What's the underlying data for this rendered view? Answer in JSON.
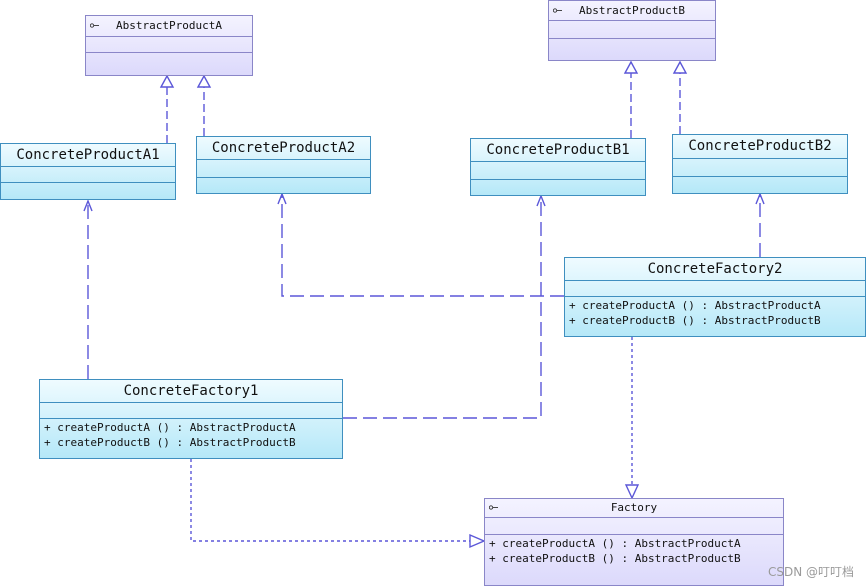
{
  "classes": {
    "abstract_product_a": {
      "name": "AbstractProductA"
    },
    "abstract_product_b": {
      "name": "AbstractProductB"
    },
    "concrete_product_a1": {
      "name": "ConcreteProductA1"
    },
    "concrete_product_a2": {
      "name": "ConcreteProductA2"
    },
    "concrete_product_b1": {
      "name": "ConcreteProductB1"
    },
    "concrete_product_b2": {
      "name": "ConcreteProductB2"
    },
    "concrete_factory_1": {
      "name": "ConcreteFactory1",
      "ops": [
        "+ createProductA () : AbstractProductA",
        "+ createProductB () : AbstractProductB"
      ]
    },
    "concrete_factory_2": {
      "name": "ConcreteFactory2",
      "ops": [
        "+ createProductA () : AbstractProductA",
        "+ createProductB () : AbstractProductB"
      ]
    },
    "factory": {
      "name": "Factory",
      "ops": [
        "+ createProductA () : AbstractProductA",
        "+ createProductB () : AbstractProductB"
      ]
    }
  },
  "watermark": "CSDN @叮叮档",
  "colors": {
    "edge": "#5b57d8",
    "abstract_fill": "#dcd9fb",
    "concrete_fill": "#b5e8f8"
  }
}
